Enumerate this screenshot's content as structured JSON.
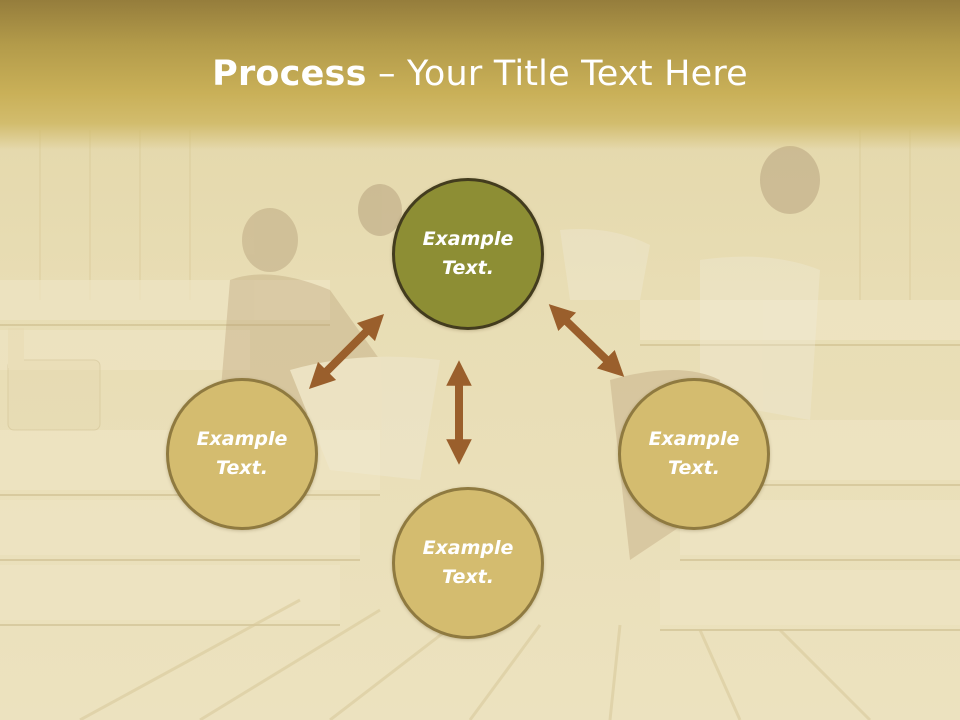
{
  "slide": {
    "title_bold": "Process",
    "title_rest": " – Your Title Text Here"
  },
  "diagram": {
    "center_label": "Example\nText.",
    "left_label": "Example\nText.",
    "bottom_label": "Example\nText.",
    "right_label": "Example\nText."
  },
  "colors": {
    "header": "#c9b058",
    "center_fill": "#8d8e34",
    "center_border": "#433c1e",
    "node_fill": "#d4bc6f",
    "node_border": "#8f7a40",
    "arrow": "#9a5f2c"
  }
}
